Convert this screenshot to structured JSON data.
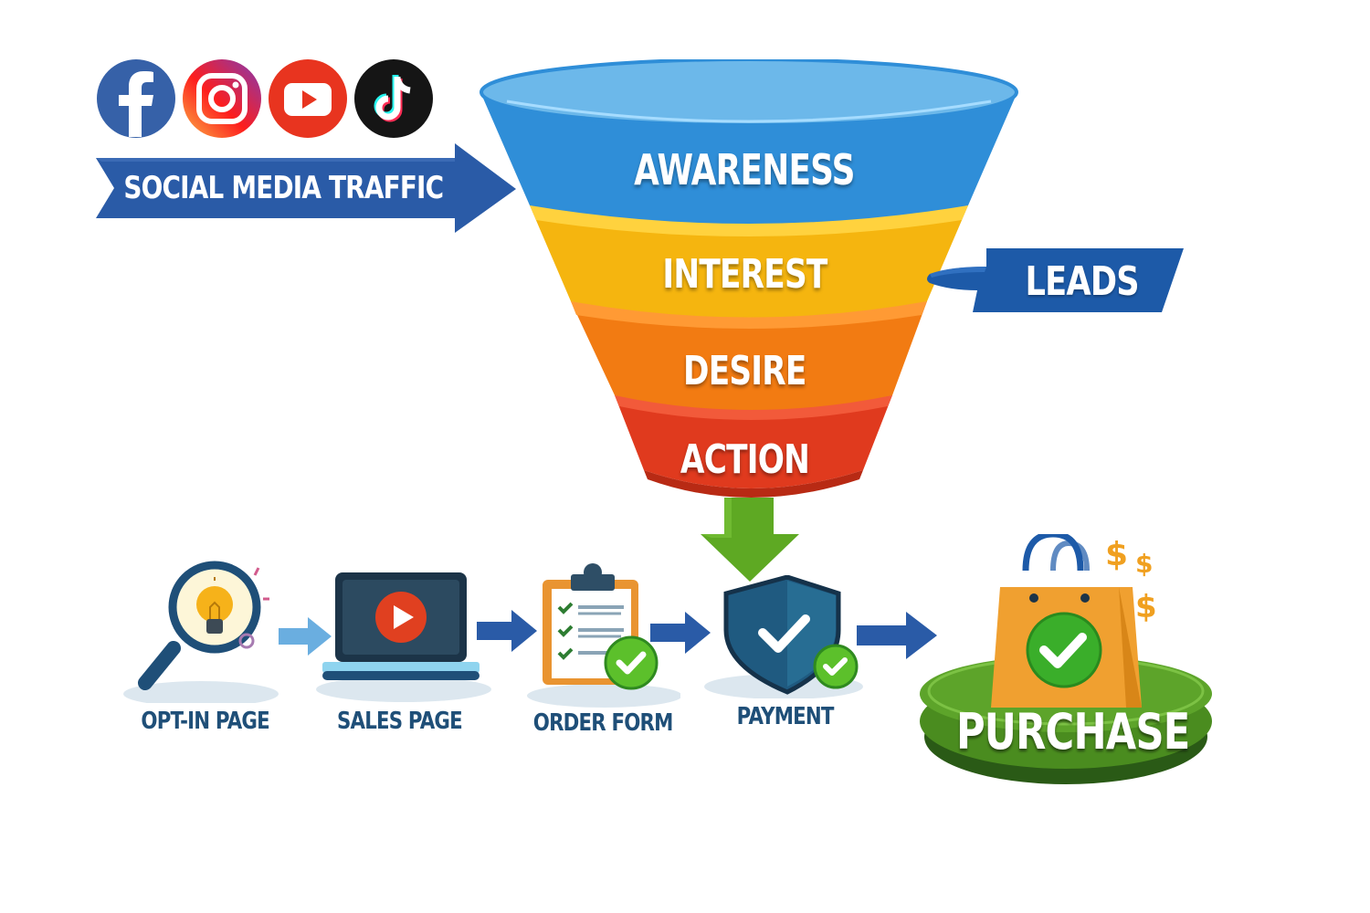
{
  "social": {
    "icons": [
      {
        "name": "facebook",
        "color": "#3b5998"
      },
      {
        "name": "instagram",
        "color": "#c13584"
      },
      {
        "name": "youtube",
        "color": "#e62117"
      },
      {
        "name": "tiktok",
        "color": "#111111"
      }
    ],
    "banner_label": "SOCIAL MEDIA TRAFFIC",
    "banner_color": "#2a5ba7"
  },
  "funnel": {
    "stages": [
      {
        "label": "AWARENESS",
        "color": "#2f8ed8"
      },
      {
        "label": "INTEREST",
        "color": "#f5b50f"
      },
      {
        "label": "DESIRE",
        "color": "#f27b12"
      },
      {
        "label": "ACTION",
        "color": "#e03a1e"
      }
    ],
    "leads_label": "LEADS",
    "leads_color": "#1d5aa8"
  },
  "flow": {
    "steps": [
      {
        "label": "OPT-IN PAGE",
        "icon": "magnifier-lightbulb-icon"
      },
      {
        "label": "SALES PAGE",
        "icon": "laptop-video-icon"
      },
      {
        "label": "ORDER FORM",
        "icon": "clipboard-checklist-icon"
      },
      {
        "label": "PAYMENT",
        "icon": "shield-check-icon"
      }
    ],
    "final": {
      "label": "PURCHASE",
      "icon": "shopping-bag-icon",
      "currency_symbol": "$"
    }
  }
}
